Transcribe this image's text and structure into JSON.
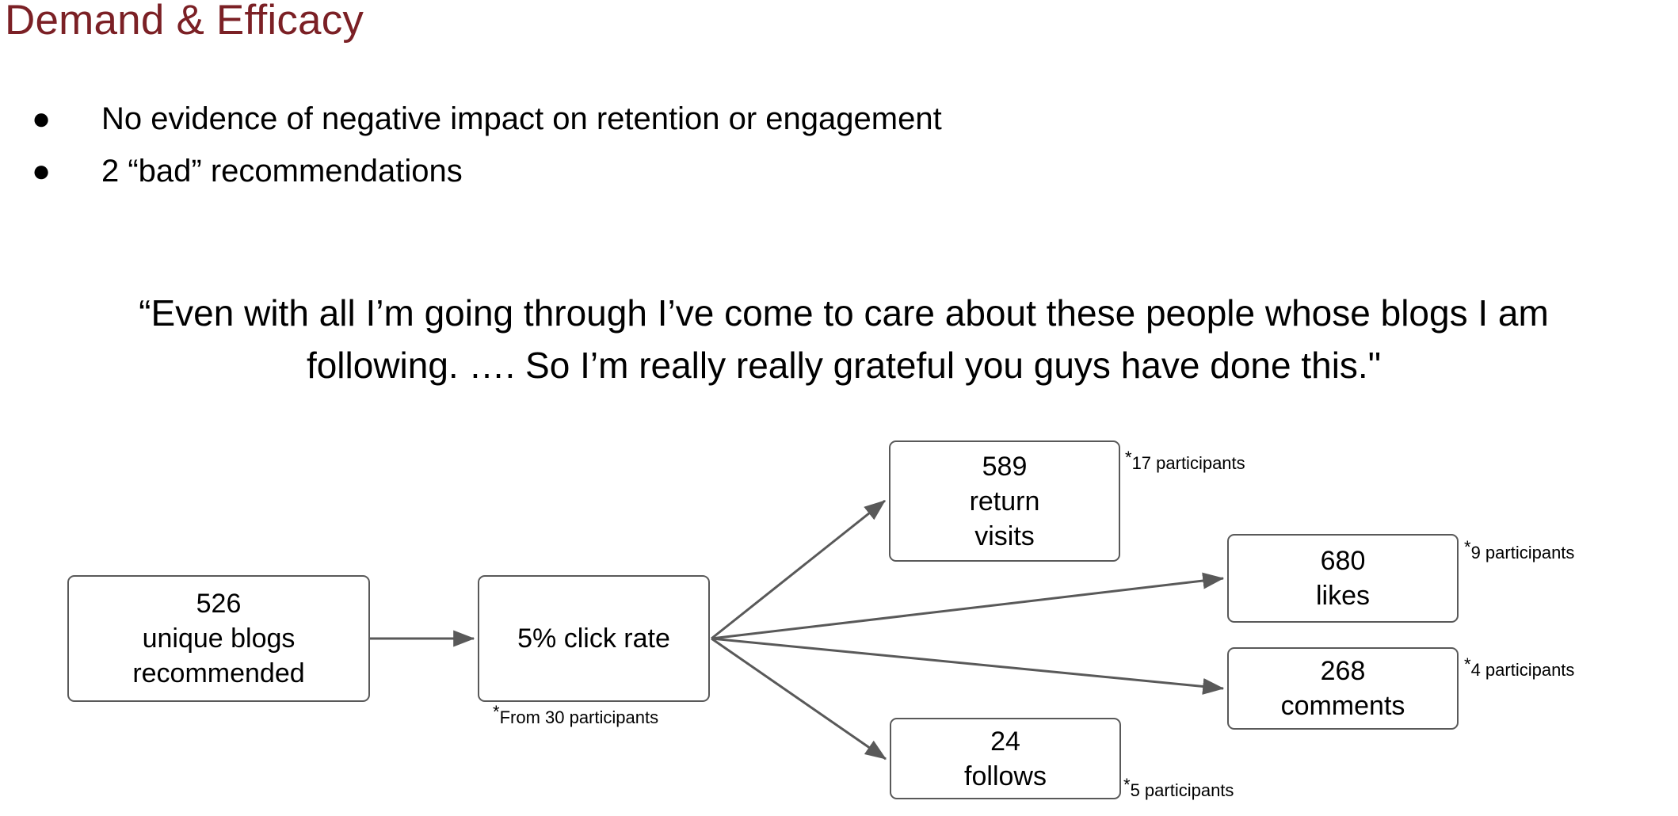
{
  "slide": {
    "title": "Demand & Efficacy",
    "title_color": "#7B2025",
    "background_color": "#FFFFFF"
  },
  "bullets": [
    {
      "marker": "●",
      "text": "No evidence of negative impact on retention or engagement"
    },
    {
      "marker": "●",
      "text": "2 “bad” recommendations"
    }
  ],
  "quote": {
    "line1": "“Even with all I’m going through I’ve come to care about these people whose blogs I am",
    "line2": "following. …. So I’m really really grateful you guys have done this.\""
  },
  "chart_data": {
    "type": "diagram",
    "title": "Engagement funnel",
    "nodes": [
      {
        "id": "unique-blogs",
        "lines": [
          "526",
          "unique blogs",
          "recommended"
        ],
        "value": 526,
        "label": "unique blogs recommended",
        "footnote": null
      },
      {
        "id": "click-rate",
        "lines": [
          "5% click rate"
        ],
        "value": 5,
        "label": "5% click rate",
        "footnote": {
          "star": "*",
          "text": "From 30 participants",
          "participants": 30
        }
      },
      {
        "id": "return-visits",
        "lines": [
          "589",
          "return",
          "visits"
        ],
        "value": 589,
        "label": "return visits",
        "footnote": {
          "star": "*",
          "text": "17 participants",
          "participants": 17
        }
      },
      {
        "id": "likes",
        "lines": [
          "680",
          "likes"
        ],
        "value": 680,
        "label": "likes",
        "footnote": {
          "star": "*",
          "text": "9 participants",
          "participants": 9
        }
      },
      {
        "id": "comments",
        "lines": [
          "268",
          "comments"
        ],
        "value": 268,
        "label": "comments",
        "footnote": {
          "star": "*",
          "text": "4 participants",
          "participants": 4
        }
      },
      {
        "id": "follows",
        "lines": [
          "24",
          "follows"
        ],
        "value": 24,
        "label": "follows",
        "footnote": {
          "star": "*",
          "text": "5 participants",
          "participants": 5
        }
      }
    ],
    "edges": [
      {
        "from": "unique-blogs",
        "to": "click-rate"
      },
      {
        "from": "click-rate",
        "to": "return-visits"
      },
      {
        "from": "click-rate",
        "to": "likes"
      },
      {
        "from": "click-rate",
        "to": "comments"
      },
      {
        "from": "click-rate",
        "to": "follows"
      }
    ],
    "edge_color": "#595959",
    "box_border_color": "#595959"
  }
}
